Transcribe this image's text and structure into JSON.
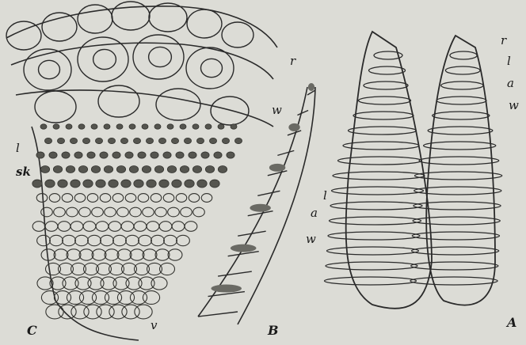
{
  "figure": {
    "panels": {
      "C": {
        "letter": "C",
        "labels": {
          "r": "r",
          "w": "w",
          "l": "l",
          "sk": "sk",
          "v": "v"
        }
      },
      "B": {
        "letter": "B",
        "labels": {
          "l": "l",
          "a": "a",
          "w": "w"
        }
      },
      "A": {
        "letter": "A",
        "labels": {
          "r": "r",
          "l": "l",
          "a": "a",
          "w": "w"
        }
      }
    }
  },
  "colors": {
    "background": "#dcdcd6",
    "ink": "#2a2a2a",
    "dense": "#4a4a46"
  }
}
